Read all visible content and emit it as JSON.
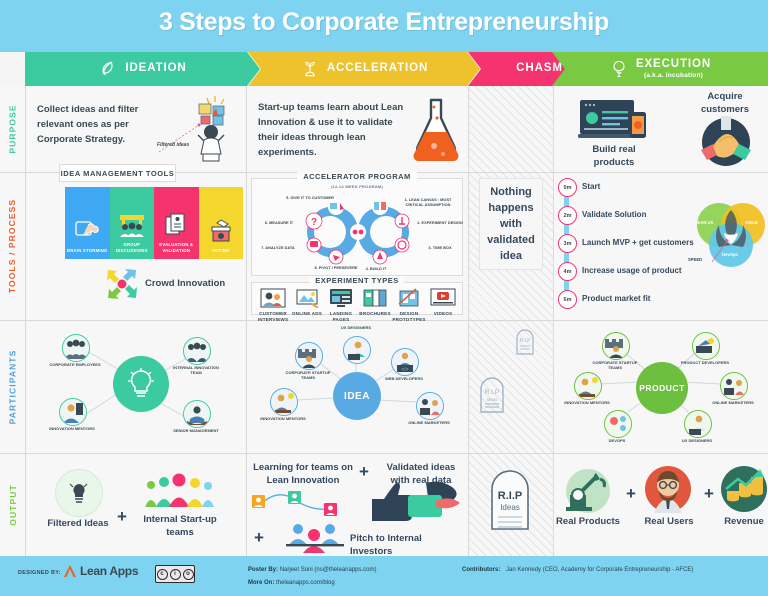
{
  "title": "3 Steps to Corporate Entrepreneurship",
  "colors": {
    "sky": "#7ed3f0",
    "ideation": "#3ccaa0",
    "acceleration": "#edc22c",
    "chasm": "#f5336f",
    "execution": "#7ac943",
    "orange": "#f05a28",
    "blue": "#4a9fe0",
    "ink": "#34495e"
  },
  "stages": [
    {
      "name": "IDEATION",
      "sub": "",
      "icon": "seed-icon"
    },
    {
      "name": "ACCELERATION",
      "sub": "",
      "icon": "sprout-icon"
    },
    {
      "name": "CHASM",
      "sub": "",
      "icon": ""
    },
    {
      "name": "EXECUTION",
      "sub": "(a.k.a. Incubation)",
      "icon": "tree-icon"
    }
  ],
  "row_labels": {
    "purpose": "PURPOSE",
    "tools": "TOOLS / PROCESS",
    "participants": "PARTICIPANTS",
    "output": "OUTPUT"
  },
  "purpose": {
    "ideation": "Collect ideas and filter relevant ones as per Corporate Strategy.",
    "ideation_annotation": "Filtered ideas",
    "acceleration": "Start-up teams learn about Lean Innovation & use it to validate their ideas through lean experiments.",
    "chasm": "Nothing happens with validated idea",
    "execution_items": [
      {
        "label": "Build real products",
        "icon": "laptop-mobile-icon"
      },
      {
        "label": "Acquire customers",
        "icon": "handshake-icon"
      }
    ]
  },
  "tools": {
    "ideation": {
      "panel_title": "IDEA MANAGEMENT TOOLS",
      "items": [
        {
          "label": "BRAIN STORMING",
          "color": "#3fa9f5",
          "icon": "brainstorm-icon"
        },
        {
          "label": "GROUP DISCUSSIONS",
          "color": "#3ccaa0",
          "icon": "group-icon"
        },
        {
          "label": "EVALUATION & VALIDATION",
          "color": "#f5336f",
          "icon": "document-icon"
        },
        {
          "label": "VOTING",
          "color": "#f5d62c",
          "icon": "ballot-box-icon"
        }
      ],
      "crowd_label": "Crowd Innovation"
    },
    "acceleration": {
      "program_title": "ACCELERATOR PROGRAM",
      "program_sub": "(12-14 WEEK PROGRAM)",
      "steps": [
        "1. LEAN CANVAS : MOST CRITICAL ASSUMPTION",
        "2. EXPERIMENT DESIGN",
        "3. TIME BOX",
        "4. BUILD IT",
        "5. GIVE IT TO CUSTOMER",
        "6. MEASURE IT",
        "7. ANALYZE DATA",
        "8. PIVOT / PERSEVERE"
      ],
      "experiments_title": "EXPERIMENT TYPES",
      "experiments": [
        "CUSTOMER INTERVIEWS",
        "ONLINE ADS",
        "LANDING PAGES",
        "BROCHURES",
        "DESIGN PROTOTYPES",
        "VIDEOS"
      ]
    },
    "execution": {
      "timeline": [
        {
          "time": "0m",
          "label": "Start"
        },
        {
          "time": "2m",
          "label": "Validate Solution"
        },
        {
          "time": "3m",
          "label": "Launch MVP + get customers"
        },
        {
          "time": "4m",
          "label": "Increase usage of product"
        },
        {
          "time": "6m",
          "label": "Product market fit"
        }
      ],
      "venn": {
        "a": "LEAN UX",
        "b": "AGILE",
        "c": "DevOps",
        "center": "SPEED"
      }
    }
  },
  "participants": {
    "ideation": {
      "hub": "",
      "hub_icon": "lightbulb-icon",
      "nodes": [
        "CORPORATE EMPLOYEES",
        "INTERNAL INNOVATION TEAM",
        "INNOVATION MENTORS",
        "SENIOR MANAGEMENT"
      ]
    },
    "acceleration": {
      "hub": "IDEA",
      "nodes": [
        "UX DESIGNERS",
        "CORPORATE STARTUP TEAMS",
        "WEB DEVELOPERS",
        "INNOVATION MENTORS",
        "ONLINE MARKETERS"
      ]
    },
    "chasm_icon": "rip-gravestone-icon",
    "execution": {
      "hub": "PRODUCT",
      "nodes": [
        "CORPORATE STARTUP TEAMS",
        "PRODUCT DEVELOPERS",
        "INNOVATION MENTORS",
        "ONLINE MARKETERS",
        "DEVOPS",
        "UX DESIGNERS"
      ]
    }
  },
  "output": {
    "ideation": [
      {
        "label": "Filtered Ideas",
        "icon": "filtered-ideas-icon"
      },
      {
        "label": "Internal Start-up teams",
        "icon": "people-group-icon"
      }
    ],
    "ideation_plus": "+",
    "acceleration": {
      "item1": "Learning for teams on Lean Innovation",
      "item2": "Validated ideas with real data",
      "item3": "Pitch to Internal Investors",
      "plus": "+"
    },
    "chasm": "R.I.P Ideas",
    "execution": [
      {
        "label": "Real Products",
        "icon": "robot-arm-icon"
      },
      {
        "label": "Real Users",
        "icon": "user-icon"
      },
      {
        "label": "Revenue",
        "icon": "growth-chart-icon"
      }
    ],
    "plus": "+"
  },
  "footer": {
    "designed_by_label": "DESIGNED BY:",
    "brand": "Lean Apps",
    "license": "CC BY SA",
    "poster_by_label": "Poster By:",
    "poster_by_value": "Narjeet Soni (ns@theleanapps.com)",
    "more_on_label": "More On:",
    "more_on_value": "theleanapps.com/blog",
    "contributors_label": "Contributors:",
    "contributors_value": "Jan Kennedy (CEO, Academy for Corporate Entrepreneurship - AFCE)"
  }
}
